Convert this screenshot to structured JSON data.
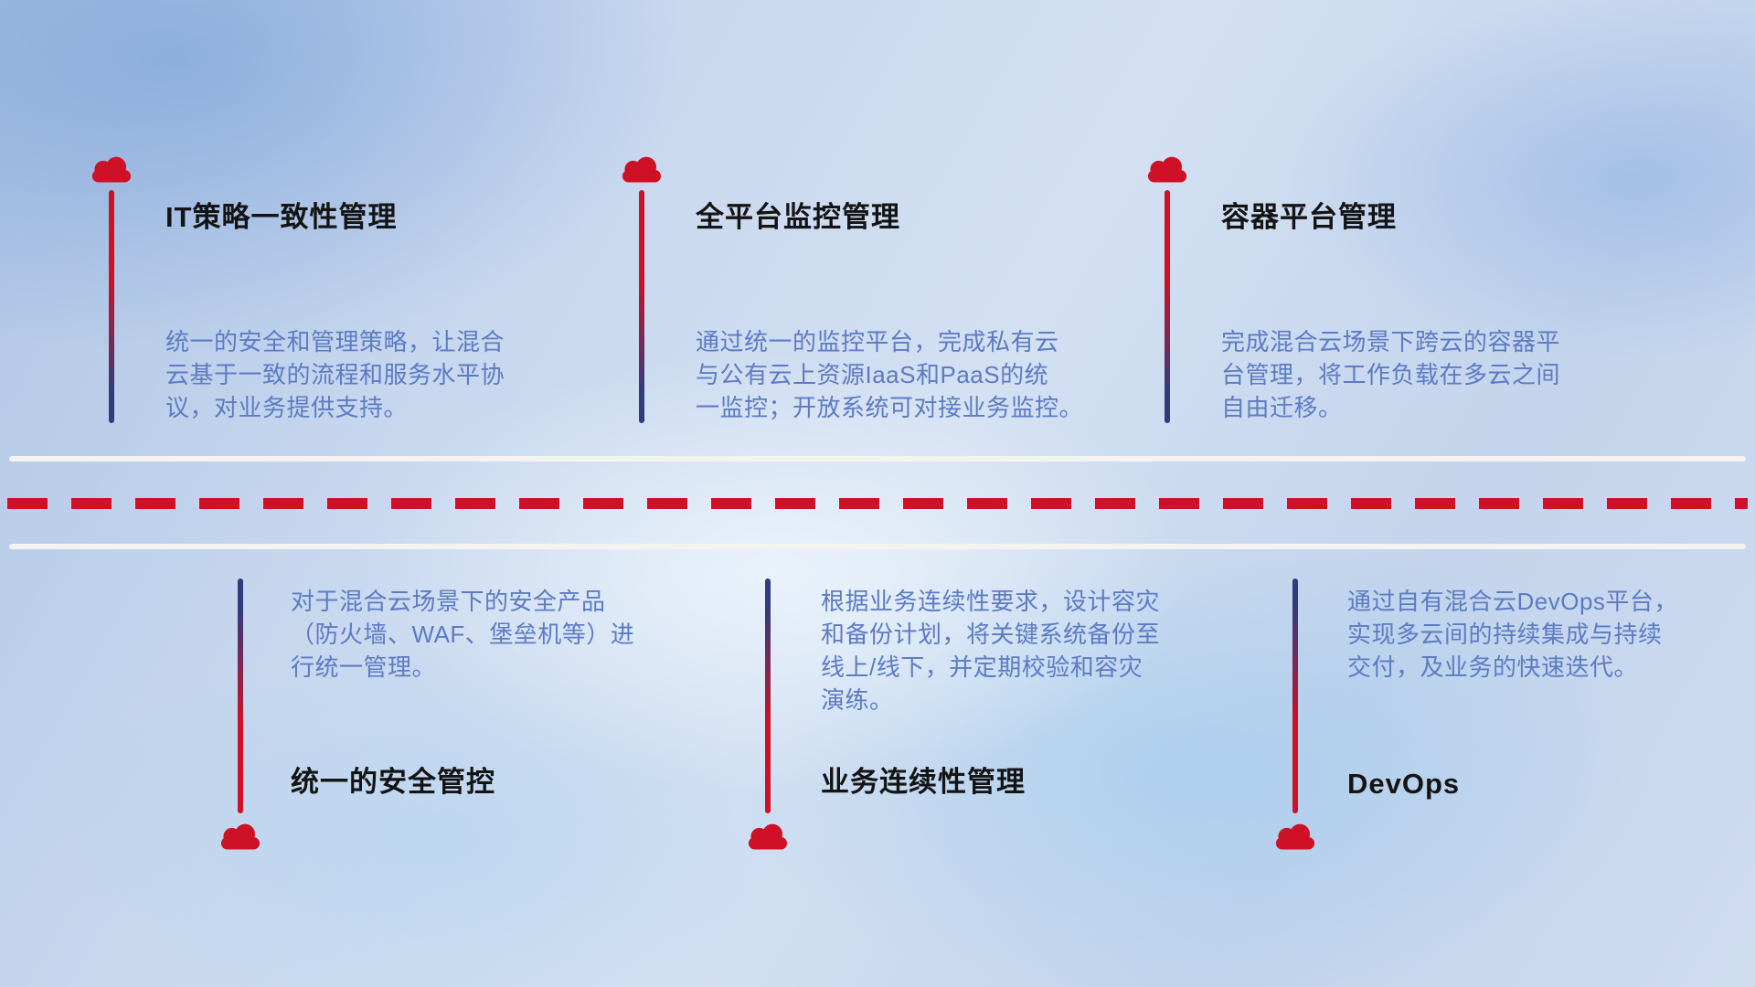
{
  "colors": {
    "red": "#CE1126",
    "navy": "#2F3C7E",
    "title": "#141414",
    "desc": "#5C7BC4",
    "road-white": "#F5F3EF"
  },
  "top_items": [
    {
      "title": "IT策略一致性管理",
      "desc": "统一的安全和管理策略，让混合\n云基于一致的流程和服务水平协\n议，对业务提供支持。"
    },
    {
      "title": "全平台监控管理",
      "desc": "通过统一的监控平台，完成私有云\n与公有云上资源IaaS和PaaS的统\n一监控；开放系统可对接业务监控。"
    },
    {
      "title": "容器平台管理",
      "desc": "完成混合云场景下跨云的容器平\n台管理，将工作负载在多云之间\n自由迁移。"
    }
  ],
  "bottom_items": [
    {
      "title": "统一的安全管控",
      "desc": "对于混合云场景下的安全产品\n（防火墙、WAF、堡垒机等）进\n行统一管理。"
    },
    {
      "title": "业务连续性管理",
      "desc": "根据业务连续性要求，设计容灾\n和备份计划，将关键系统备份至\n线上/线下，并定期校验和容灾\n演练。"
    },
    {
      "title": "DevOps",
      "desc": "通过自有混合云DevOps平台，\n实现多云间的持续集成与持续\n交付，及业务的快速迭代。"
    }
  ]
}
